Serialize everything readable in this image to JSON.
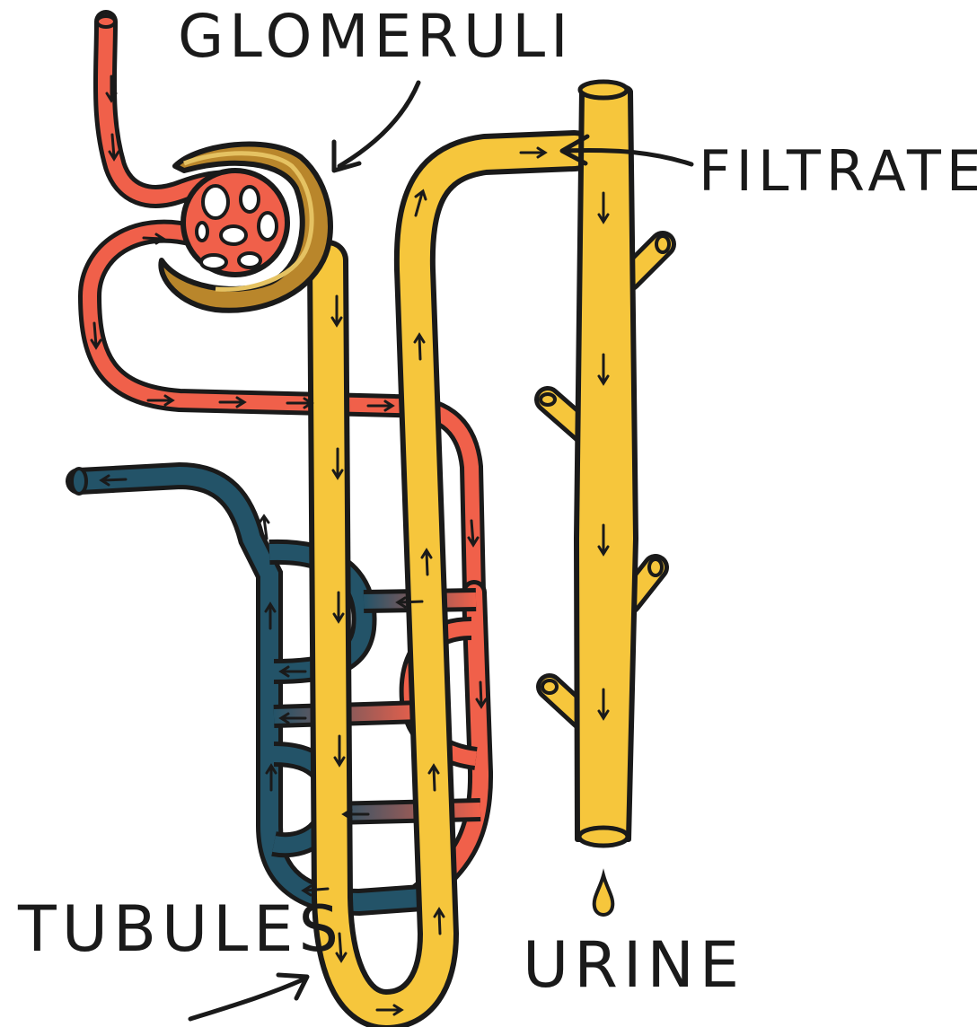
{
  "labels": {
    "glomeruli": "GLOMERULI",
    "filtrate": "FILTRATE",
    "tubules": "TUBULES",
    "urine": "URINE"
  },
  "colors": {
    "artery_red": "#f0604a",
    "vein_blue": "#235368",
    "tubule_yellow": "#f6c63c",
    "capsule_brown": "#b9862b",
    "capsule_light": "#e5c262",
    "outline": "#1a1a1a"
  }
}
